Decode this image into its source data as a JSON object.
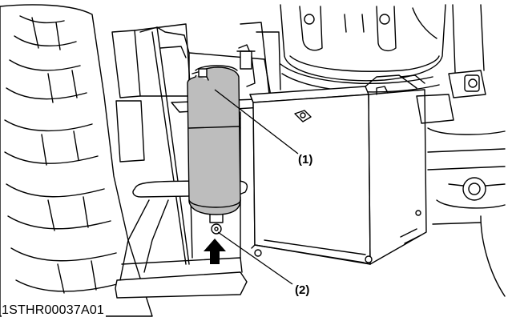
{
  "figure": {
    "code": "1STHR00037A01",
    "callouts": [
      {
        "label": "(1)"
      },
      {
        "label": "(2)"
      }
    ],
    "colors": {
      "line": "#000000",
      "tank_fill": "#bdbdbd",
      "background": "#ffffff"
    },
    "icons": [
      "up-arrow-icon"
    ]
  }
}
